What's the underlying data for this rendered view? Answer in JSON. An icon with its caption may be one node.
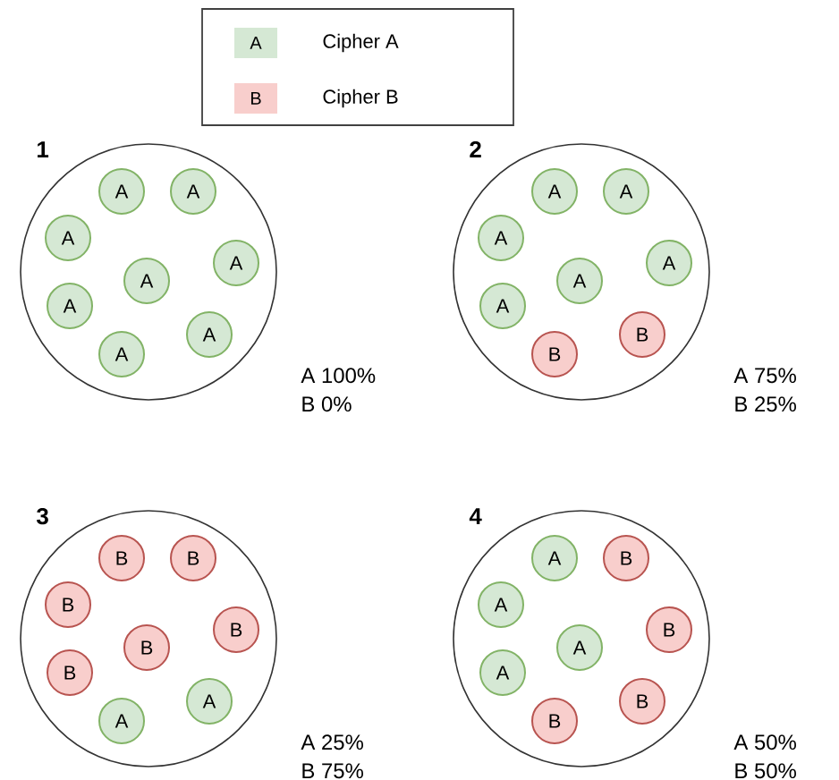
{
  "diagram": {
    "nodes": [
      {
        "text": [
          "1"
        ],
        "beside": [
          "A 100%",
          "B 0%"
        ]
      },
      {
        "text": [
          "A"
        ],
        "in": 0
      },
      {
        "text": [
          "A"
        ],
        "in": 0
      },
      {
        "text": [
          "A"
        ],
        "in": 0
      },
      {
        "text": [
          "A"
        ],
        "in": 0
      },
      {
        "text": [
          "A"
        ],
        "in": 0
      },
      {
        "text": [
          "A"
        ],
        "in": 0
      },
      {
        "text": [
          "A"
        ],
        "in": 0
      },
      {
        "text": [
          "A"
        ],
        "in": 0
      },
      {
        "text": [
          "2"
        ],
        "beside": [
          "A 75%",
          "B 25%"
        ]
      },
      {
        "text": [
          "A"
        ],
        "in": 9
      },
      {
        "text": [
          "A"
        ],
        "in": 9
      },
      {
        "text": [
          "A"
        ],
        "in": 9
      },
      {
        "text": [
          "A"
        ],
        "in": 9
      },
      {
        "text": [
          "A"
        ],
        "in": 9
      },
      {
        "text": [
          "A"
        ],
        "in": 9
      },
      {
        "text": [
          "B"
        ],
        "in": 9
      },
      {
        "text": [
          "B"
        ],
        "in": 9
      },
      {
        "text": [
          "3"
        ],
        "beside": [
          "A 25%",
          "B 75%"
        ]
      },
      {
        "text": [
          "B"
        ],
        "in": 18
      },
      {
        "text": [
          "B"
        ],
        "in": 18
      },
      {
        "text": [
          "B"
        ],
        "in": 18
      },
      {
        "text": [
          "B"
        ],
        "in": 18
      },
      {
        "text": [
          "B"
        ],
        "in": 18
      },
      {
        "text": [
          "B"
        ],
        "in": 18
      },
      {
        "text": [
          "A"
        ],
        "in": 18
      },
      {
        "text": [
          "A"
        ],
        "in": 18
      },
      {
        "text": [
          "4"
        ],
        "beside": [
          "A 50%",
          "B 50%"
        ]
      },
      {
        "text": [
          "A"
        ],
        "in": 27
      },
      {
        "text": [
          "B"
        ],
        "in": 27
      },
      {
        "text": [
          "A"
        ],
        "in": 27
      },
      {
        "text": [
          "B"
        ],
        "in": 27
      },
      {
        "text": [
          "A"
        ],
        "in": 27
      },
      {
        "text": [
          "A"
        ],
        "in": 27
      },
      {
        "text": [
          "B"
        ],
        "in": 27
      },
      {
        "text": [
          "B"
        ],
        "in": 27
      }
    ],
    "labels": [
      "A",
      "B"
    ],
    "legend": [
      {
        "text": "Cipher A",
        "color": "#d5e8d4"
      },
      {
        "text": "Cipher B",
        "color": "#f8cecc"
      }
    ]
  }
}
